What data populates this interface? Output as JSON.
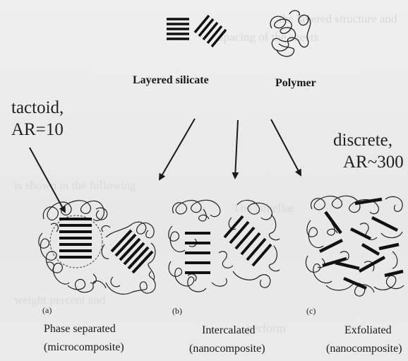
{
  "top": {
    "silicate_label": "Layered silicate",
    "polymer_label": "Polymer"
  },
  "callouts": {
    "tactoid": "tactoid,",
    "tactoid_ar": "AR=10",
    "discrete": "discrete,",
    "discrete_ar": "AR~300"
  },
  "panels": [
    {
      "letter": "(a)",
      "line1": "Phase separated",
      "line2": "(microcomposite)"
    },
    {
      "letter": "(b)",
      "line1": "Intercalated",
      "line2": "(nanocomposite)"
    },
    {
      "letter": "(c)",
      "line1": "Exfoliated",
      "line2": "(nanocomposite)"
    }
  ]
}
